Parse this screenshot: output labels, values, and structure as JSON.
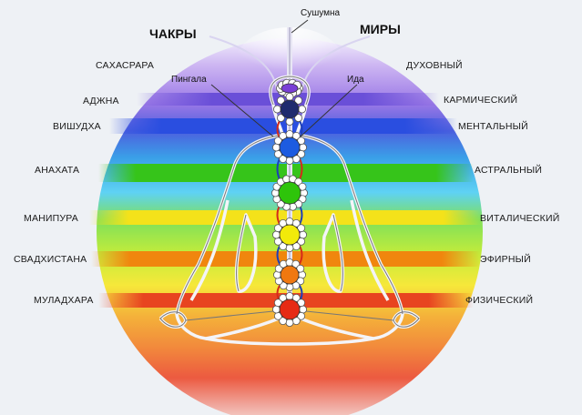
{
  "headings": {
    "chakras": "ЧАКРЫ",
    "worlds": "МИРЫ"
  },
  "channels": {
    "sushumna": "Сушумна",
    "pingala": "Пингала",
    "ida": "Ида"
  },
  "chakras": [
    {
      "name": "САХАСРАРА",
      "world": "ДУХОВНЫЙ",
      "color": "#7a3fd6"
    },
    {
      "name": "АДЖНА",
      "world": "КАРМИЧЕСКИЙ",
      "color": "#1f2a6e"
    },
    {
      "name": "ВИШУДХА",
      "world": "МЕНТАЛЬНЫЙ",
      "color": "#1d5be0"
    },
    {
      "name": "АНАХАТА",
      "world": "АСТРАЛЬНЫЙ",
      "color": "#2ec40a"
    },
    {
      "name": "МАНИПУРА",
      "world": "ВИТАЛИЧЕСКИЙ",
      "color": "#f2ea0a"
    },
    {
      "name": "СВАДХИСТАНА",
      "world": "ЭФИРНЫЙ",
      "color": "#f07810"
    },
    {
      "name": "МУЛАДХАРА",
      "world": "ФИЗИЧЕСКИЙ",
      "color": "#e62a14"
    }
  ]
}
